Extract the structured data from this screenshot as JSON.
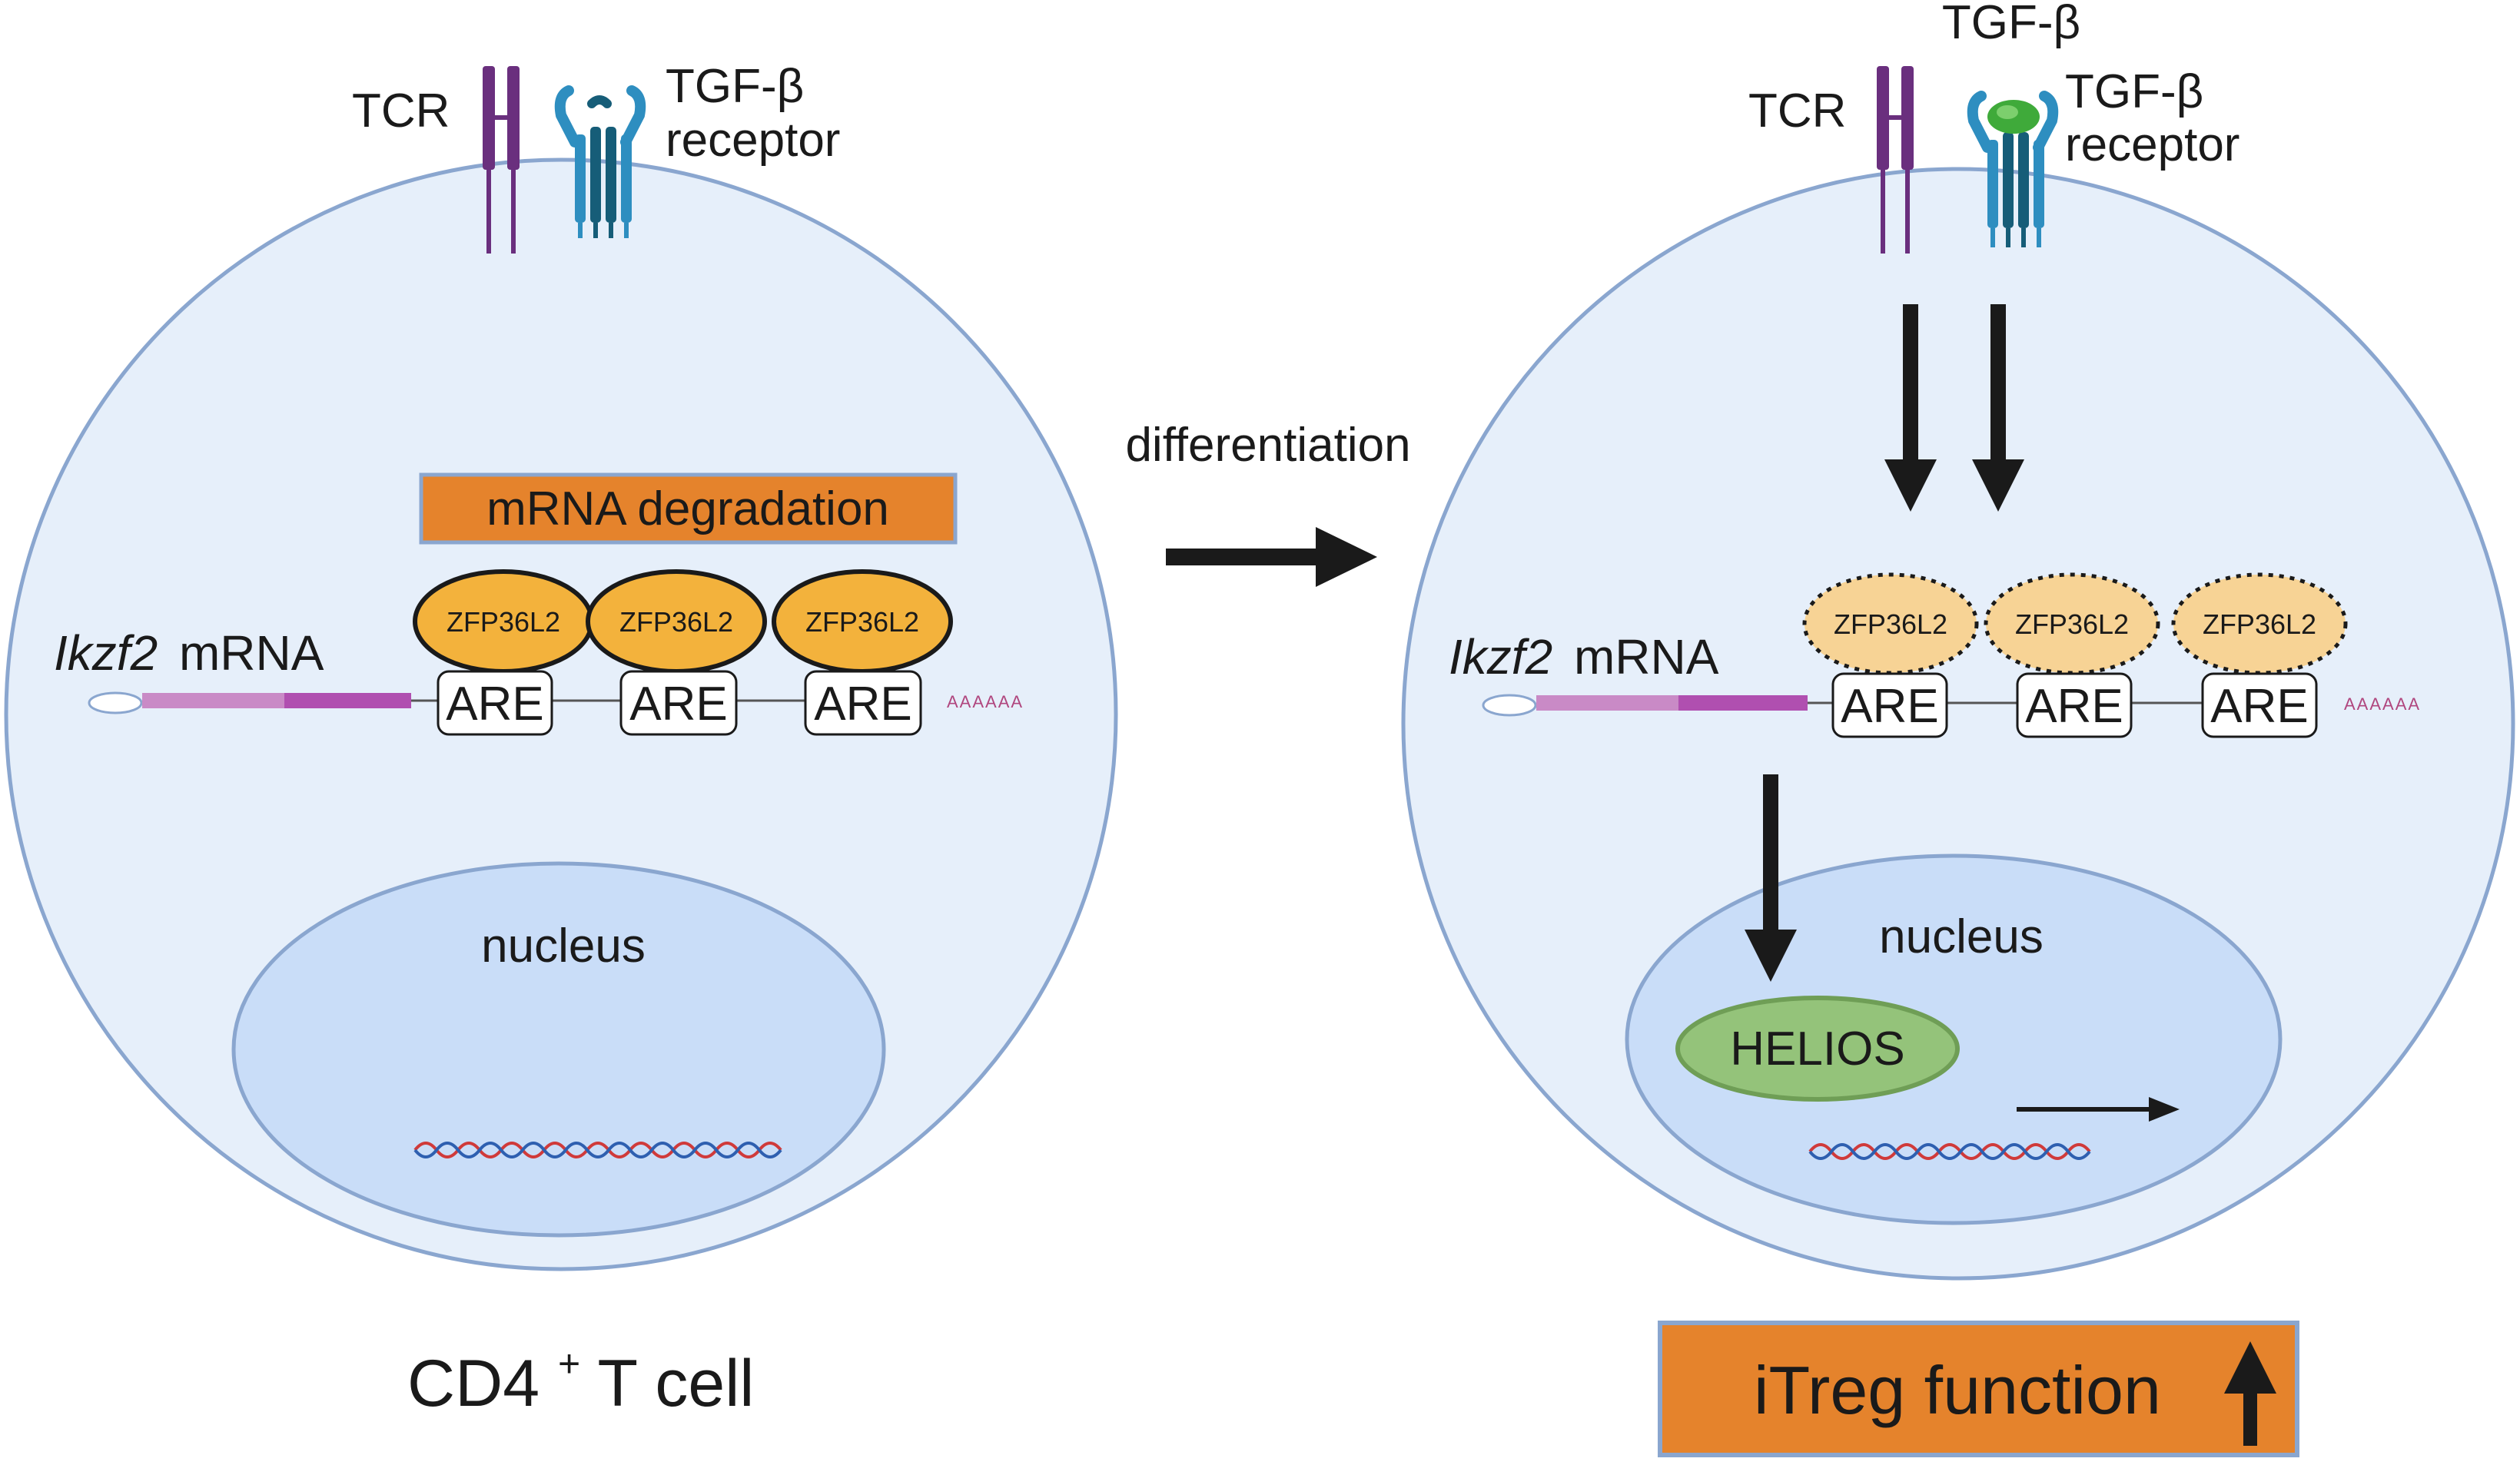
{
  "left_cell": {
    "tcr_label": "TCR",
    "receptor_label_line1": "TGF-β",
    "receptor_label_line2": "receptor",
    "degradation_label": "mRNA degradation",
    "mrna_gene": "Ikzf2",
    "mrna_suffix": "mRNA",
    "proteins": [
      "ZFP36L2",
      "ZFP36L2",
      "ZFP36L2"
    ],
    "are_elements": [
      "ARE",
      "ARE",
      "ARE"
    ],
    "polya": "AAAAAA",
    "nucleus_label": "nucleus",
    "cell_label": "CD4",
    "cell_label_sup": "+",
    "cell_label_rest": " T cell"
  },
  "transition_label": "differentiation",
  "right_cell": {
    "ligand_label": "TGF-β",
    "tcr_label": "TCR",
    "receptor_label_line1": "TGF-β",
    "receptor_label_line2": "receptor",
    "mrna_gene": "Ikzf2",
    "mrna_suffix": "mRNA",
    "proteins": [
      "ZFP36L2",
      "ZFP36L2",
      "ZFP36L2"
    ],
    "are_elements": [
      "ARE",
      "ARE",
      "ARE"
    ],
    "polya": "AAAAAA",
    "nucleus_label": "nucleus",
    "helios_label": "HELIOS",
    "outcome_label": "iTreg function",
    "outcome_arrow": "up-arrow-icon"
  },
  "colors": {
    "cell_fill": "#e6effa",
    "cell_stroke": "#8aa6cf",
    "nucleus_fill": "#c9ddf8",
    "orange": "#e5832c",
    "orange_border": "#8aa6cf",
    "zfp_active": "#f3b23c",
    "zfp_inactive": "#f7d395",
    "mrna_light": "#c98ac6",
    "mrna_dark": "#b04fb0",
    "tcr": "#6a2f7e",
    "receptor_light": "#2e8ec0",
    "receptor_dark": "#165d78",
    "ligand": "#3faa3a",
    "helios": "#94c37a",
    "helios_stroke": "#6f9e56"
  }
}
